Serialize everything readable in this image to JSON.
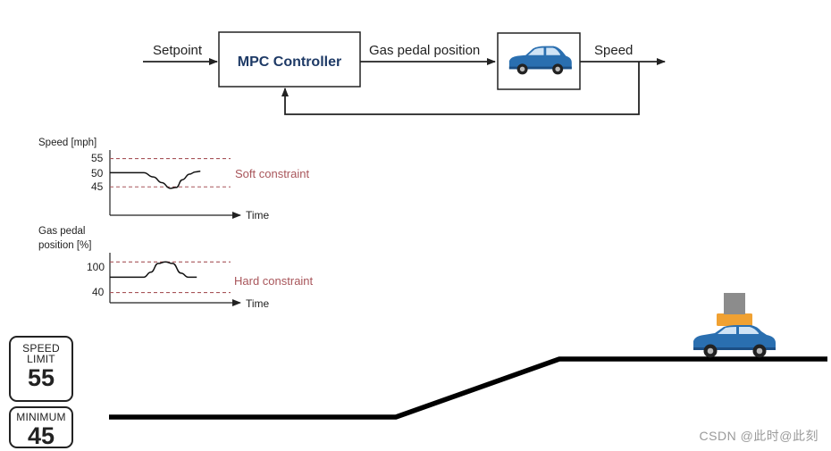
{
  "block_diagram": {
    "input_label": "Setpoint",
    "controller_label": "MPC Controller",
    "controller_output_label": "Gas pedal position",
    "output_label": "Speed",
    "plant_icon": "car-icon"
  },
  "chart_data": [
    {
      "type": "line",
      "ylabel": "Speed [mph]",
      "xlabel": "Time",
      "y_ticks": [
        "55",
        "50",
        "45"
      ],
      "constraint_levels": [
        55,
        45
      ],
      "constraint_label": "Soft constraint",
      "ylim": [
        35,
        58
      ],
      "xlim": [
        0,
        10
      ],
      "series": [
        {
          "x": [
            0,
            2.8,
            3.6,
            4.3,
            5.0,
            5.5,
            6.0,
            6.6,
            7.1,
            7.5
          ],
          "values": [
            50,
            50,
            48.5,
            46.5,
            44.5,
            44.8,
            47.5,
            49.5,
            50.3,
            50.5
          ]
        }
      ]
    },
    {
      "type": "line",
      "ylabel": "Gas pedal position [%]",
      "xlabel": "Time",
      "y_ticks": [
        "100",
        "40"
      ],
      "constraint_levels": [
        100,
        40
      ],
      "constraint_label": "Hard constraint",
      "ylim": [
        20,
        118
      ],
      "xlim": [
        0,
        10
      ],
      "series": [
        {
          "x": [
            0,
            2.8,
            3.4,
            4.0,
            4.6,
            5.2,
            5.9,
            6.5,
            7.2
          ],
          "values": [
            70,
            70,
            80,
            97,
            100,
            97,
            78,
            70,
            70
          ]
        }
      ]
    }
  ],
  "signs": {
    "speed_limit": {
      "line1": "SPEED",
      "line2": "LIMIT",
      "value": "55"
    },
    "minimum": {
      "line1": "MINIMUM",
      "value": "45"
    }
  },
  "watermark": "CSDN @此时@此刻",
  "colors": {
    "constraint": "#a8555a",
    "ink": "#222222",
    "car_body": "#2a6fb0",
    "car_dark": "#1b4f85",
    "cargo_box": "#f0a132",
    "cargo_top": "#8c8c8c",
    "road": "#000000"
  }
}
